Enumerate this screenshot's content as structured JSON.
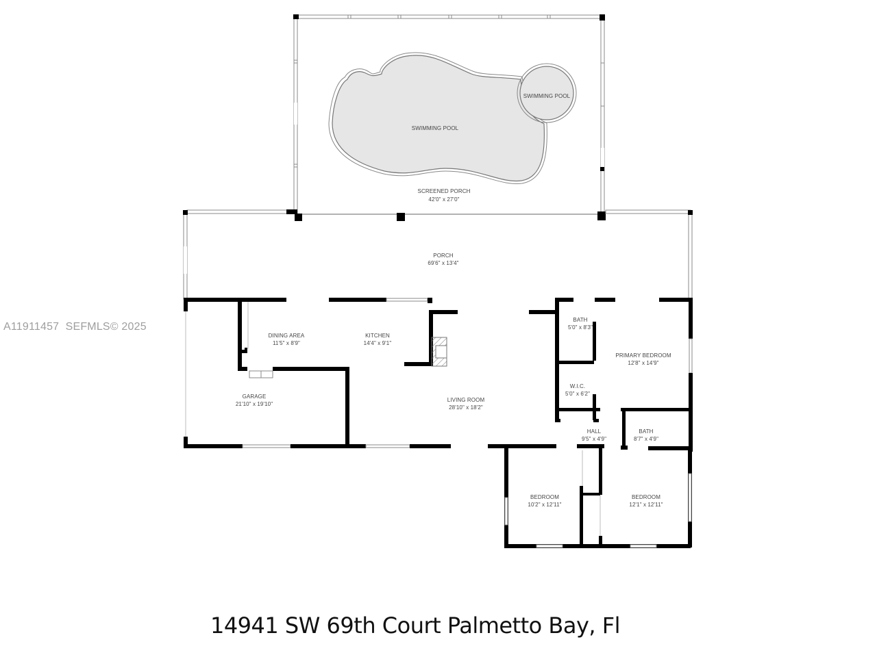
{
  "watermark": "A11911457  SEFMLS© 2025",
  "address": "14941 SW 69th Court Palmetto Bay, Fl",
  "rooms": {
    "pool_main": {
      "name": "SWIMMING POOL"
    },
    "pool_spa": {
      "name": "SWIMMING POOL"
    },
    "screened_porch": {
      "name": "SCREENED PORCH",
      "dims": "42'0\" x 27'0\""
    },
    "porch": {
      "name": "PORCH",
      "dims": "69'6\" x 13'4\""
    },
    "dining": {
      "name": "DINING AREA",
      "dims": "11'5\" x 8'9\""
    },
    "kitchen": {
      "name": "KITCHEN",
      "dims": "14'4\" x 9'1\""
    },
    "garage": {
      "name": "GARAGE",
      "dims": "21'10\" x 19'10\""
    },
    "living": {
      "name": "LIVING ROOM",
      "dims": "28'10\" x 18'2\""
    },
    "bath1": {
      "name": "BATH",
      "dims": "5'0\" x 8'3\""
    },
    "primary": {
      "name": "PRIMARY BEDROOM",
      "dims": "12'8\" x 14'9\""
    },
    "wic": {
      "name": "W.I.C.",
      "dims": "5'0\" x 6'2\""
    },
    "hall": {
      "name": "HALL",
      "dims": "9'5\" x 4'9\""
    },
    "bath2": {
      "name": "BATH",
      "dims": "8'7\" x 4'9\""
    },
    "bedroom1": {
      "name": "BEDROOM",
      "dims": "10'2\" x 12'11\""
    },
    "bedroom2": {
      "name": "BEDROOM",
      "dims": "12'1\" x 12'11\""
    }
  },
  "colors": {
    "wall": "#000000",
    "pool_fill": "#e6e6e6",
    "label": "#444444",
    "watermark": "#9e9e9e"
  }
}
